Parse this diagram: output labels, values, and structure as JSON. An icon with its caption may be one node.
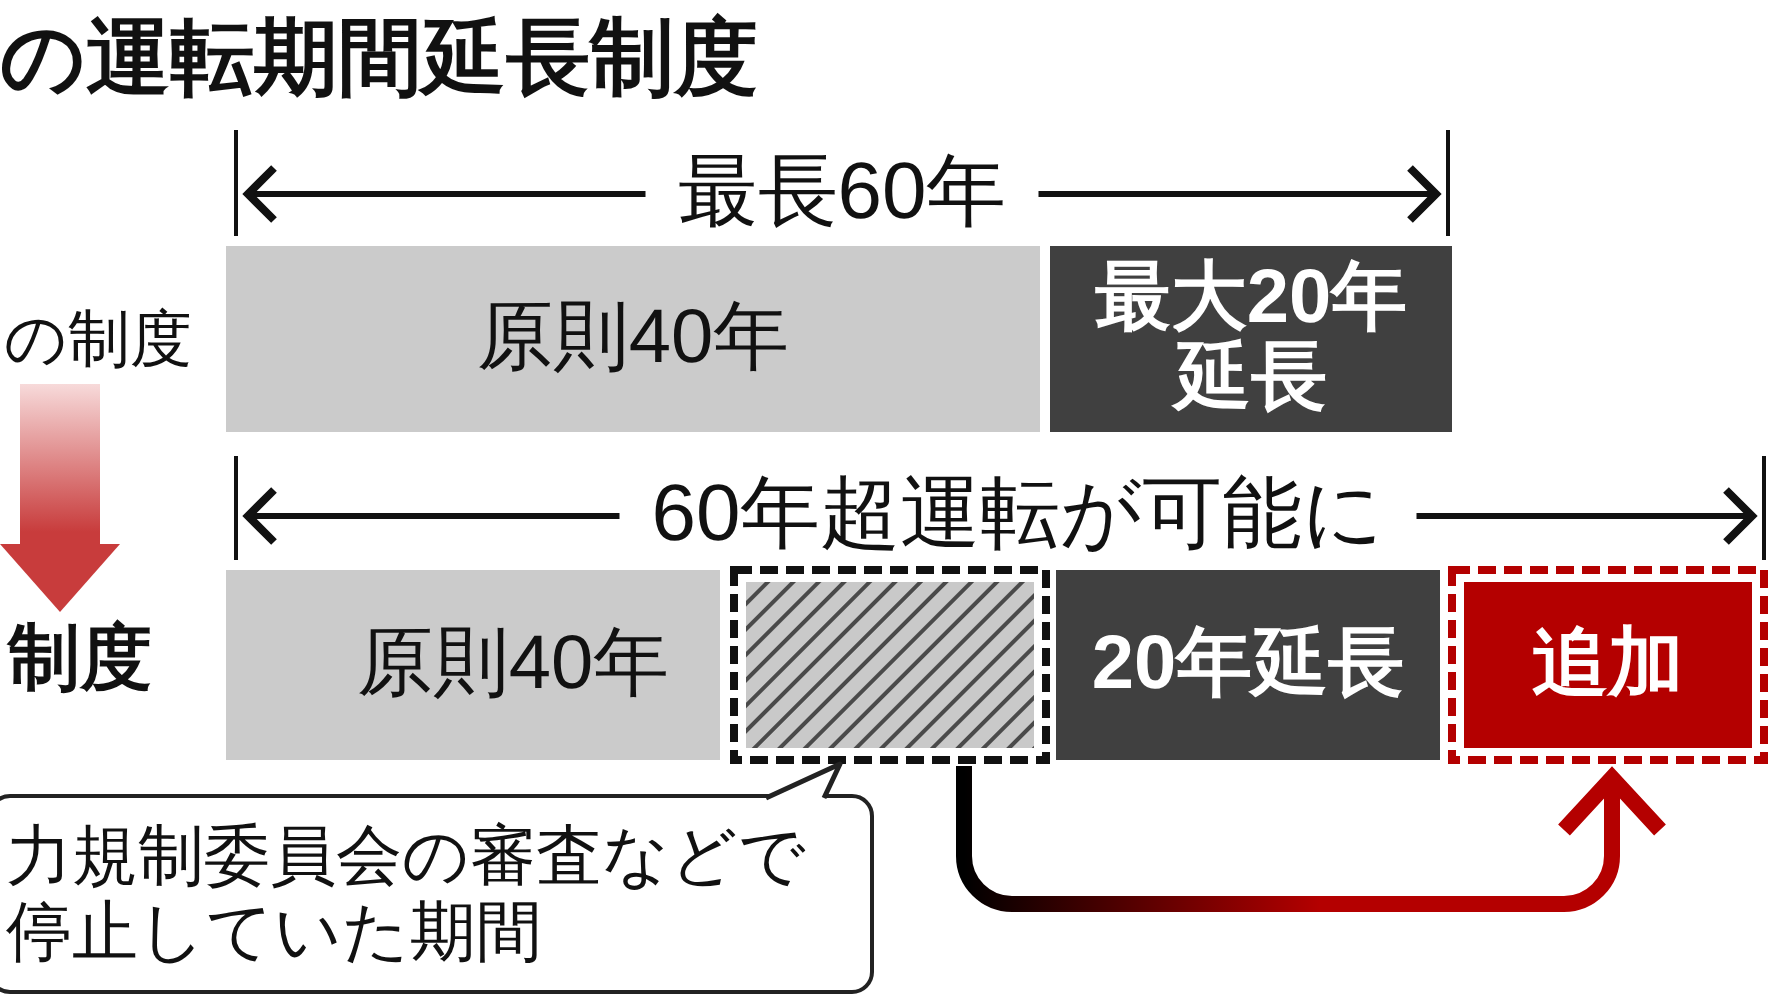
{
  "diagram": {
    "title": "の運転期間延長制度",
    "nodes": [
      {
        "text": [
          "の制度"
        ]
      },
      {
        "text": [
          "原則40年"
        ]
      },
      {
        "text": [
          "最大20年延長"
        ]
      },
      {
        "text": [
          "制度"
        ]
      },
      {
        "text": [
          "原則40年"
        ]
      },
      {
        "text": [],
        "shape": "box"
      },
      {
        "text": [
          "20年延長"
        ]
      },
      {
        "text": [
          "追加"
        ]
      },
      {
        "text": [
          "力規制委員会の審査などで停止していた期間"
        ]
      }
    ],
    "edges": [
      {
        "from": 0,
        "to": 3,
        "arrow": "to",
        "style": "thick",
        "color": "#c83c3c"
      },
      {
        "from": 8,
        "to": 5,
        "arrow": "none"
      },
      {
        "from": 5,
        "to": 7,
        "arrow": "to",
        "style": "thick",
        "color": "#b40000"
      }
    ],
    "labels": [
      "最長60年",
      "60年超運転が可能に"
    ]
  }
}
